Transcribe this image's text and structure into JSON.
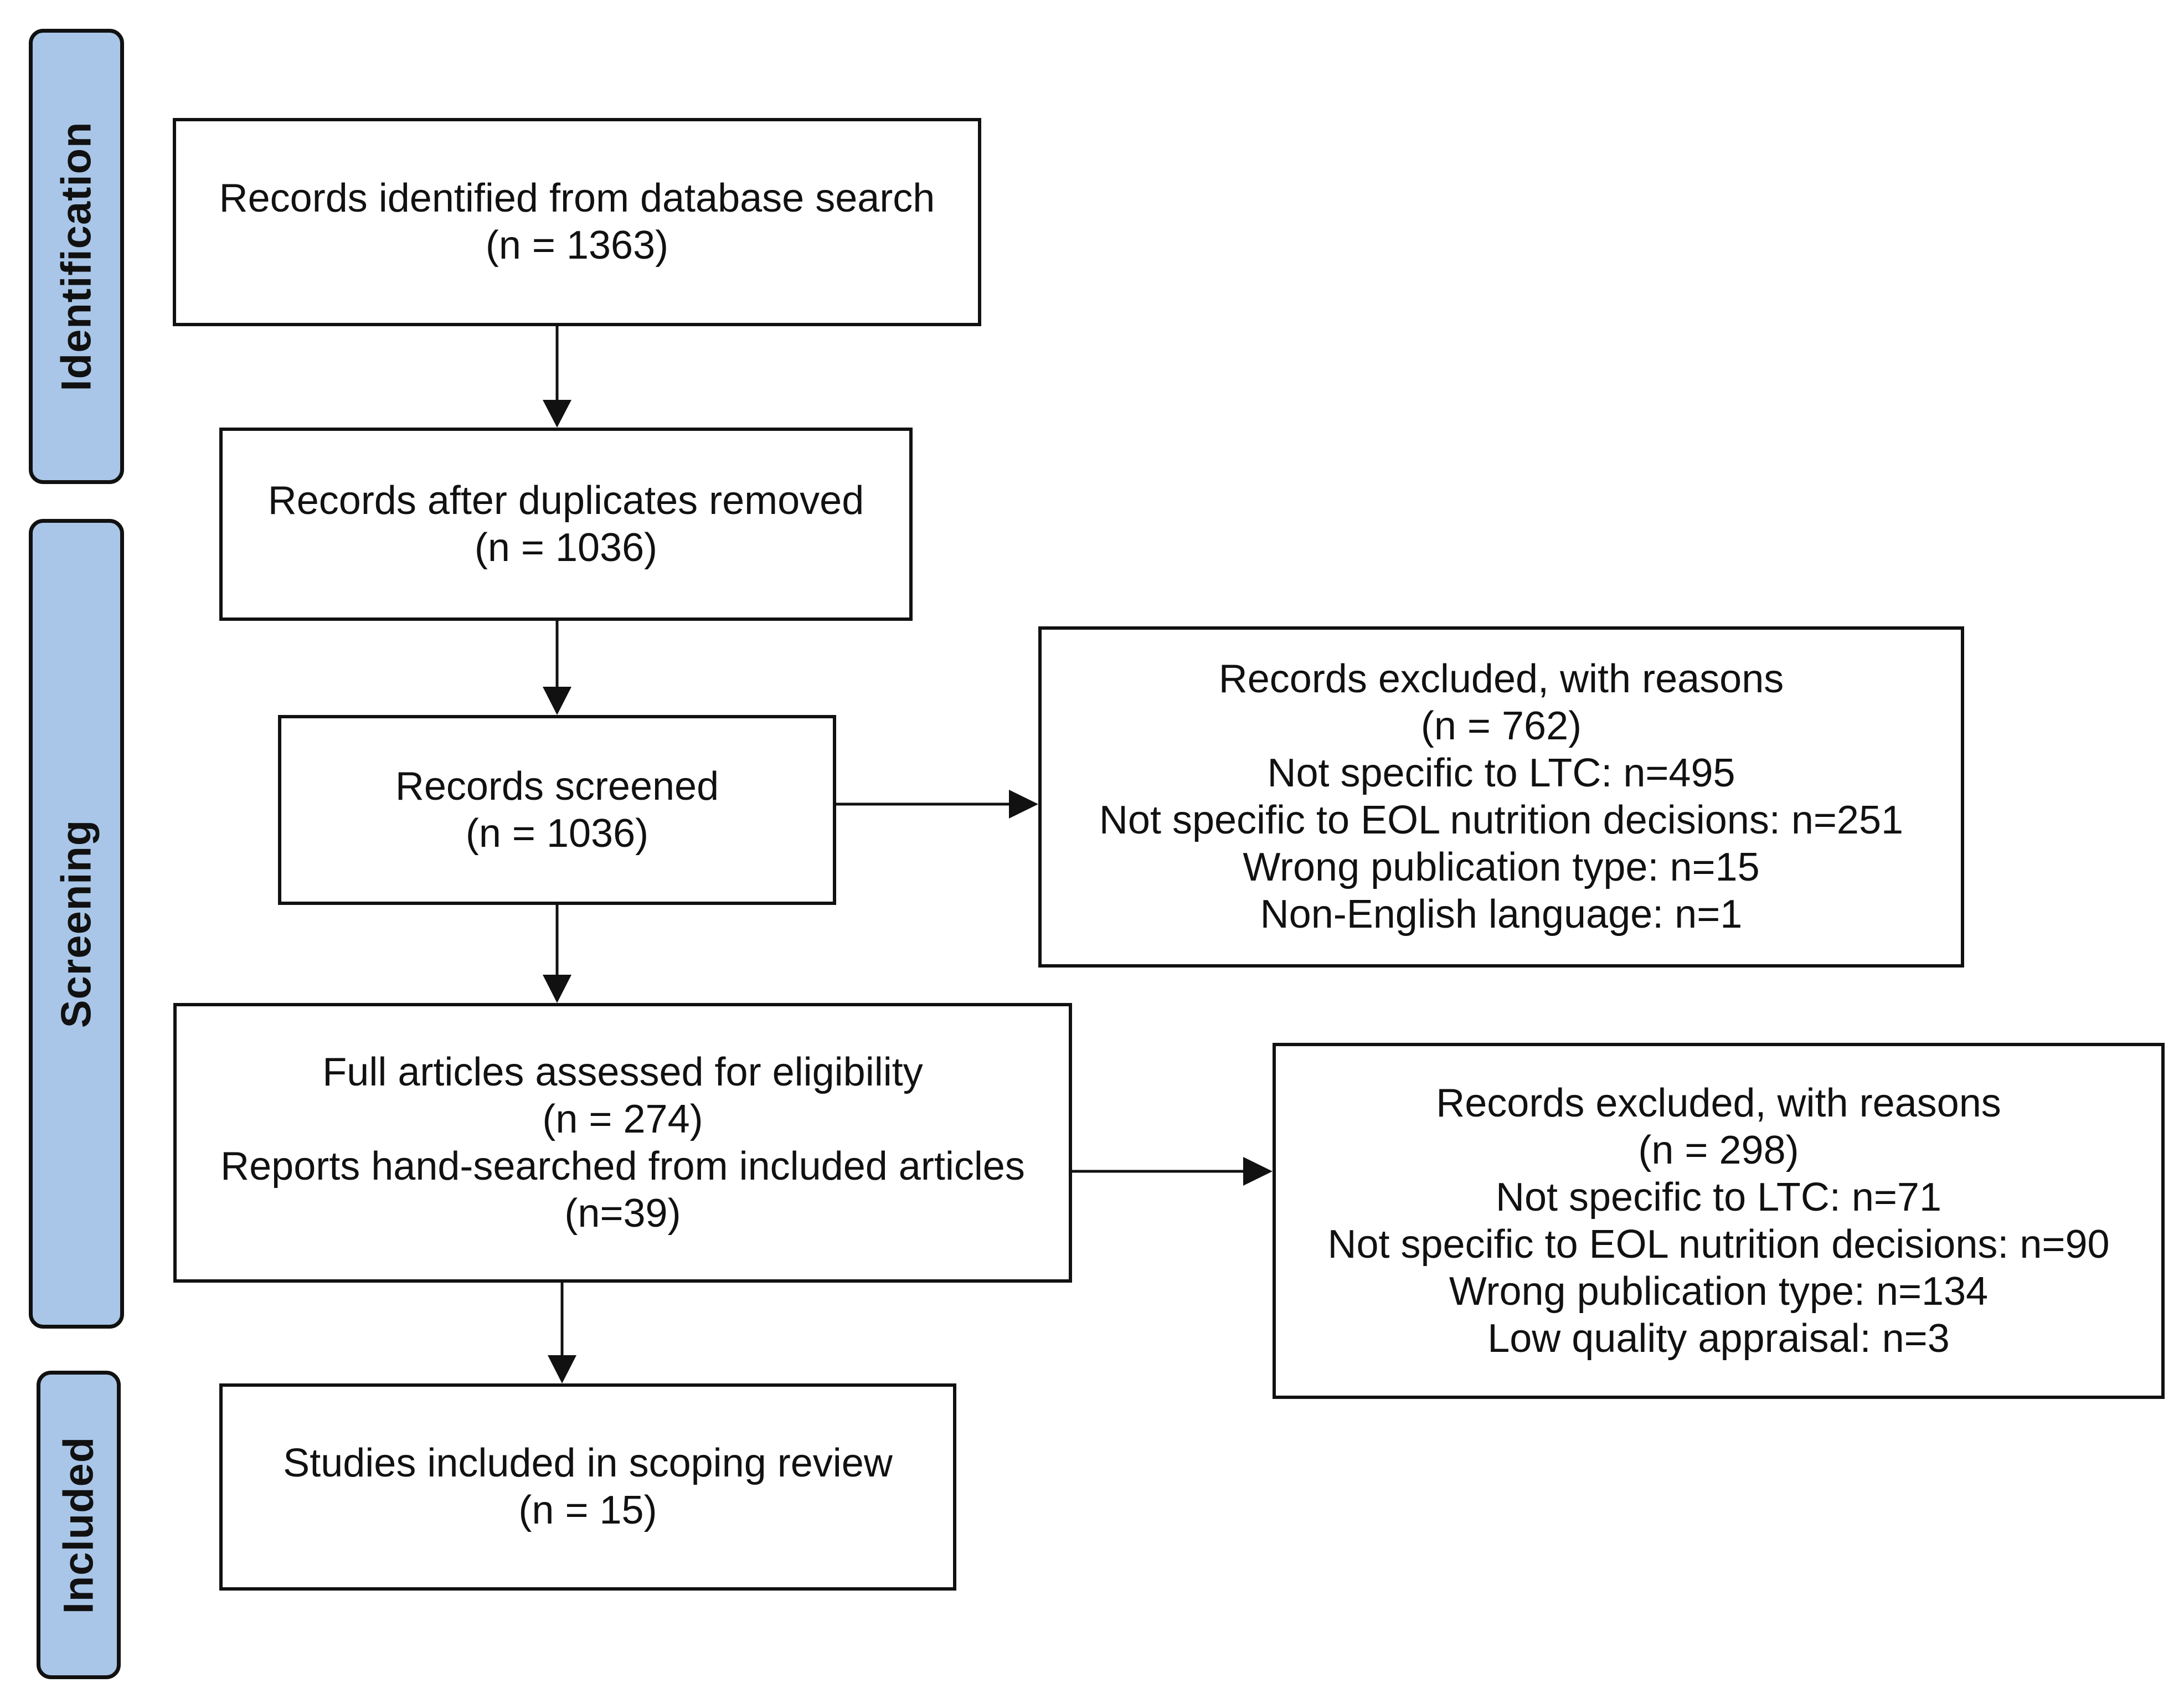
{
  "phases": {
    "identification": "Identification",
    "screening": "Screening",
    "included": "Included"
  },
  "boxes": {
    "identified": {
      "title": "Records identified from database search",
      "count": "(n = 1363)"
    },
    "after_duplicates": {
      "title": "Records after duplicates removed",
      "count": "(n = 1036)"
    },
    "screened": {
      "title": "Records screened",
      "count": "(n = 1036)"
    },
    "excluded_screening": {
      "title": "Records excluded, with reasons",
      "count": "(n = 762)",
      "reasons": [
        "Not specific to LTC: n=495",
        "Not specific to EOL nutrition decisions: n=251",
        "Wrong publication type: n=15",
        "Non-English language: n=1"
      ]
    },
    "full_articles": {
      "title": "Full articles assessed for eligibility",
      "count": "(n = 274)",
      "hand_searched": "Reports hand-searched from included articles",
      "hand_count": "(n=39)"
    },
    "excluded_eligibility": {
      "title": "Records excluded, with reasons",
      "count": "(n = 298)",
      "reasons": [
        "Not specific to LTC: n=71",
        "Not specific to EOL nutrition decisions: n=90",
        "Wrong publication type: n=134",
        "Low quality appraisal: n=3"
      ]
    },
    "included_studies": {
      "title": "Studies included in scoping review",
      "count": "(n = 15)"
    }
  },
  "colors": {
    "phase_fill": "#a9c6e8",
    "line": "#111111"
  }
}
